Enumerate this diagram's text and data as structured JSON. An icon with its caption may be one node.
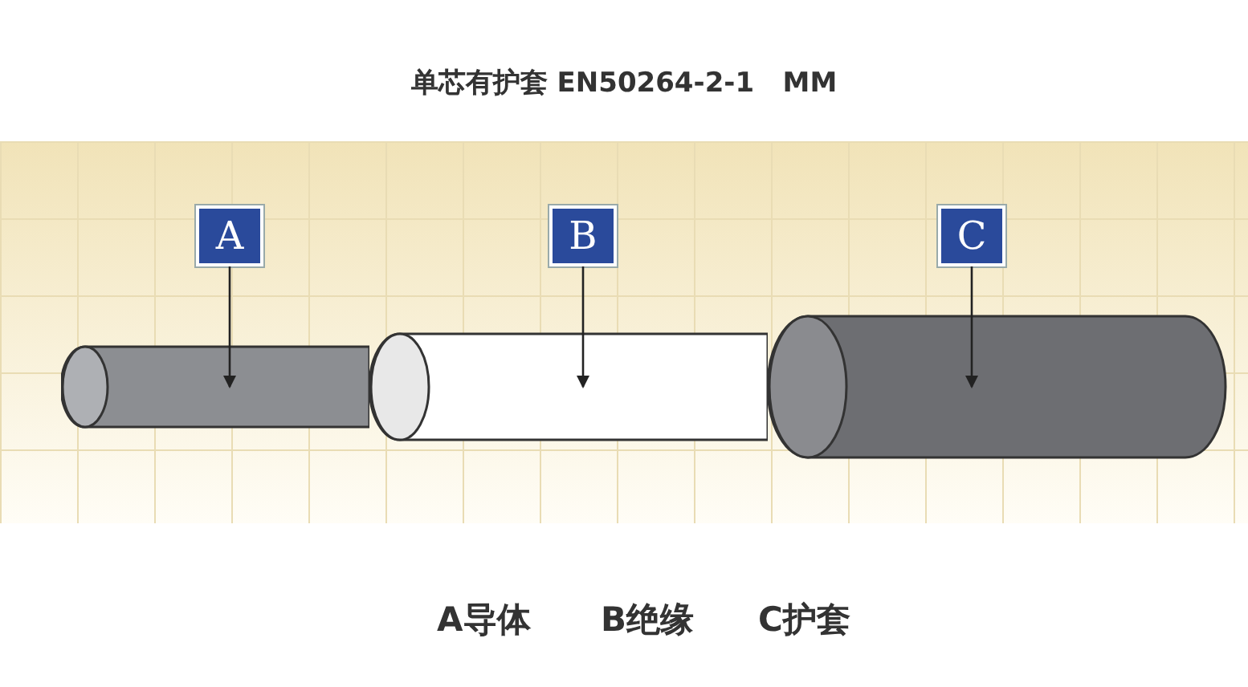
{
  "diagram": {
    "title": "单芯有护套 EN50264-2-1   MM",
    "nodes": [
      {
        "text": [
          "A"
        ]
      },
      {
        "text": [
          "B"
        ]
      },
      {
        "text": [
          "C"
        ]
      },
      {
        "text": [],
        "shape": "cylinder"
      },
      {
        "text": [],
        "shape": "cylinder"
      },
      {
        "text": [],
        "shape": "cylinder"
      }
    ],
    "edges": [
      {
        "from": 0,
        "to": 3,
        "arrow": "to"
      },
      {
        "from": 1,
        "to": 4,
        "arrow": "to"
      },
      {
        "from": 2,
        "to": 5,
        "arrow": "to"
      }
    ],
    "labels": [
      "A导体",
      "B绝缘",
      "C护套"
    ]
  }
}
